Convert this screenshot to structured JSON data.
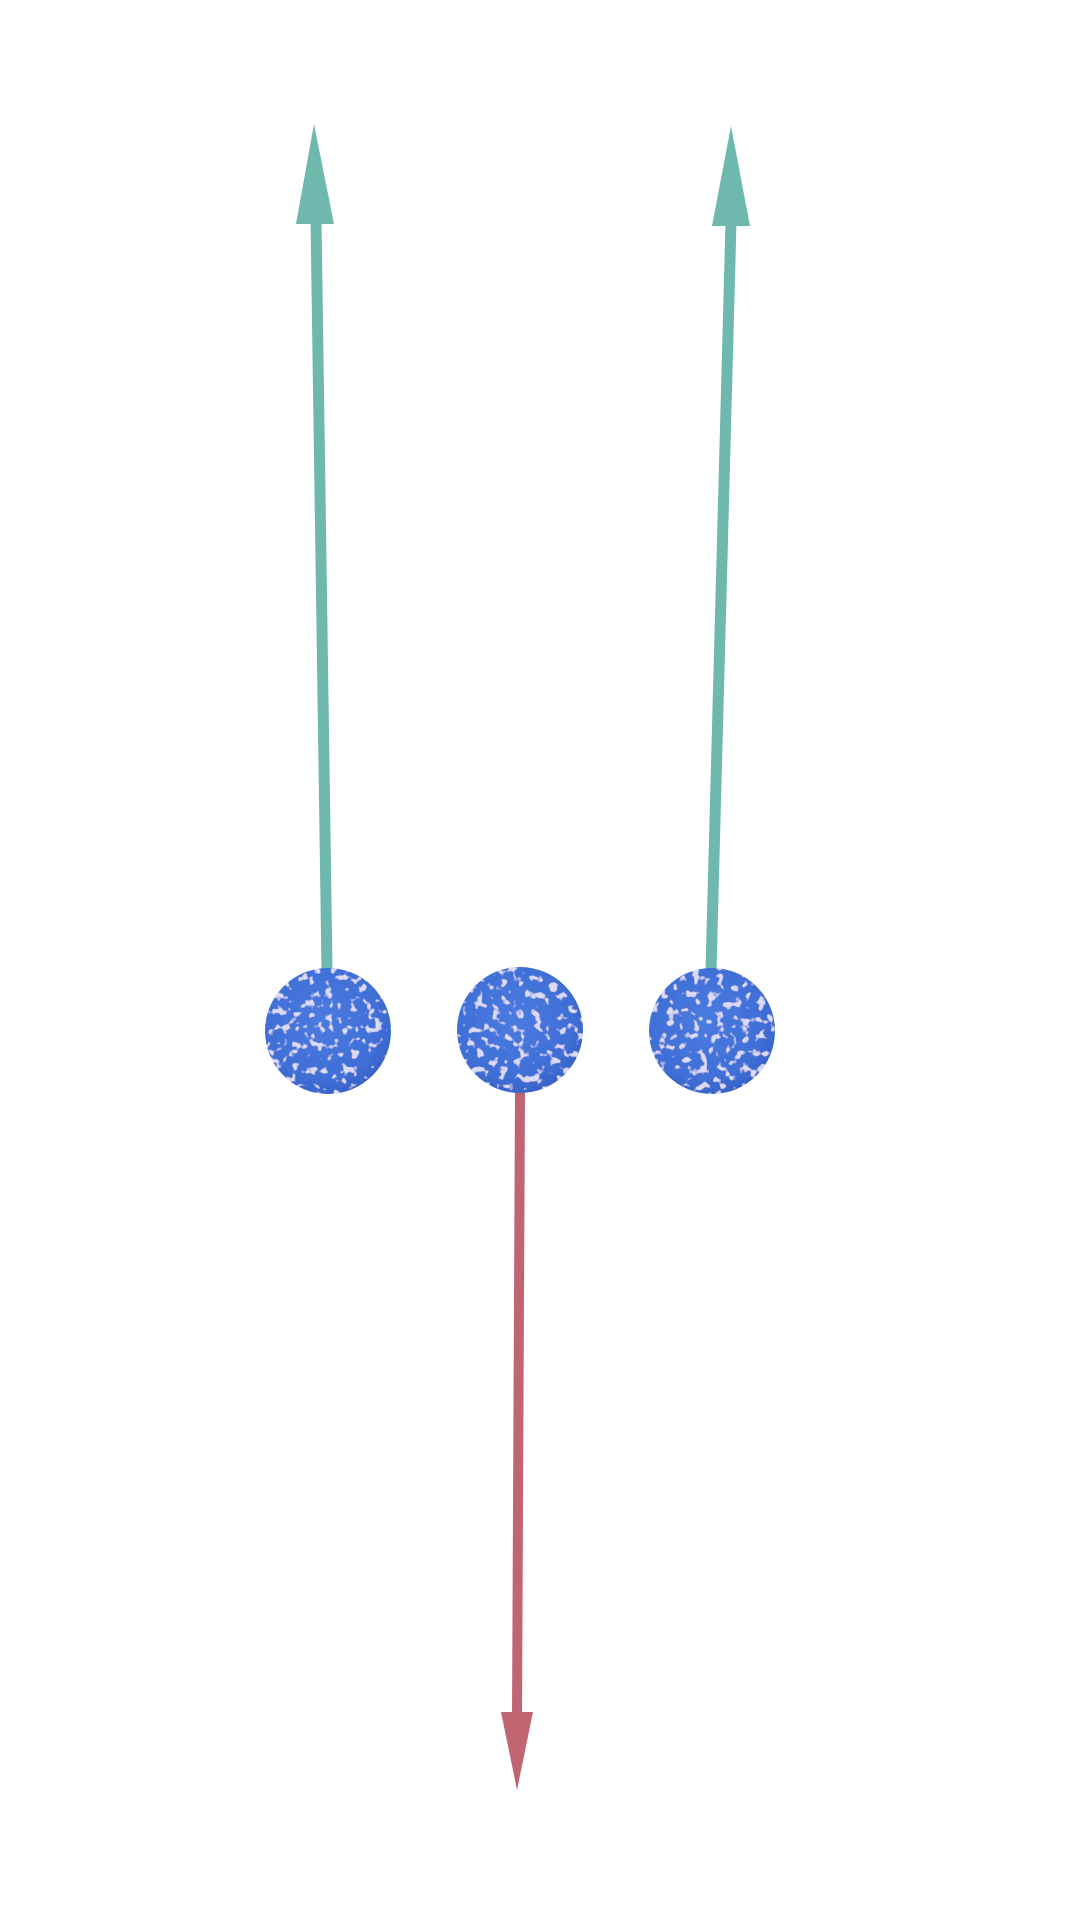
{
  "scene": {
    "background": "#ffffff",
    "colors": {
      "up_arrow": "#6fb8ad",
      "down_arrow": "#c06572",
      "ball_base": "#3f6fd6",
      "ball_speckle": "#b7b3ea"
    },
    "objects": [
      {
        "kind": "sphere",
        "name": "left-sphere"
      },
      {
        "kind": "sphere",
        "name": "center-sphere"
      },
      {
        "kind": "sphere",
        "name": "right-sphere"
      },
      {
        "kind": "arrow",
        "name": "left-up-arrow",
        "direction": "up"
      },
      {
        "kind": "arrow",
        "name": "center-down-arrow",
        "direction": "down"
      },
      {
        "kind": "arrow",
        "name": "right-up-arrow",
        "direction": "up"
      }
    ]
  }
}
